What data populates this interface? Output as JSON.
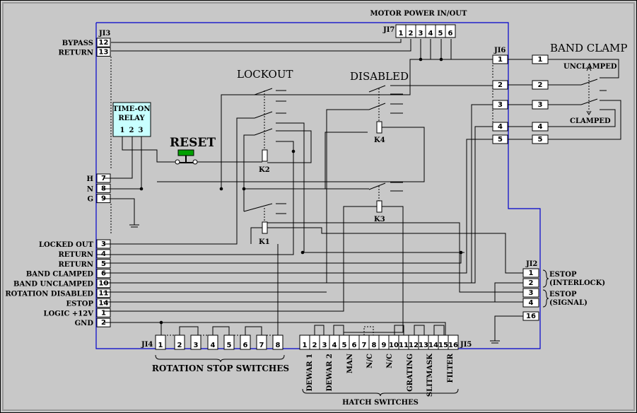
{
  "title": "MOTOR POWER IN/OUT",
  "connectors": {
    "ji3": "JI3",
    "ji7": "JI7",
    "ji6": "JI6",
    "ji2": "JI2",
    "ji4": "JI4",
    "ji5": "JI5"
  },
  "ji7_pins": [
    "1",
    "2",
    "3",
    "4",
    "5",
    "6"
  ],
  "ji3_top": [
    {
      "label": "BYPASS",
      "pin": "12"
    },
    {
      "label": "RETURN",
      "pin": "13"
    }
  ],
  "ji3_mid": [
    {
      "label": "H",
      "pin": "7"
    },
    {
      "label": "N",
      "pin": "8"
    },
    {
      "label": "G",
      "pin": "9"
    }
  ],
  "ji3_bottom": [
    {
      "label": "LOCKED OUT",
      "pin": "3"
    },
    {
      "label": "RETURN",
      "pin": "4"
    },
    {
      "label": "RETURN",
      "pin": "5"
    },
    {
      "label": "BAND CLAMPED",
      "pin": "6"
    },
    {
      "label": "BAND UNCLAMPED",
      "pin": "10"
    },
    {
      "label": "ROTATION DISABLED",
      "pin": "11"
    },
    {
      "label": "ESTOP",
      "pin": "14"
    },
    {
      "label": "LOGIC +12V",
      "pin": "1"
    },
    {
      "label": "GND",
      "pin": "2"
    }
  ],
  "ji6_pins": [
    "1",
    "2",
    "3",
    "4",
    "5"
  ],
  "band_clamp": {
    "title": "BAND CLAMP",
    "unclamped": "UNCLAMPED",
    "clamped": "CLAMPED",
    "pins": [
      "1",
      "2",
      "3",
      "4",
      "5"
    ]
  },
  "ji2_pins": [
    "1",
    "2",
    "3",
    "4"
  ],
  "ji2_extra_pin": "16",
  "estop_interlock": [
    "ESTOP",
    "(INTERLOCK)"
  ],
  "estop_signal": [
    "ESTOP",
    "(SIGNAL)"
  ],
  "relay": {
    "title1": "TIME-ON",
    "title2": "RELAY",
    "pins": [
      "1",
      "2",
      "3"
    ]
  },
  "reset_label": "RESET",
  "lockout_label": "LOCKOUT",
  "disabled_label": "DISABLED",
  "relays": {
    "k1": "K1",
    "k2": "K2",
    "k3": "K3",
    "k4": "K4"
  },
  "ji4_pins": [
    "1",
    "2",
    "3",
    "4",
    "5",
    "6",
    "7",
    "8"
  ],
  "ji4_caption": "ROTATION STOP SWITCHES",
  "ji5_pins": [
    "1",
    "2",
    "3",
    "4",
    "5",
    "6",
    "7",
    "8",
    "9",
    "10",
    "11",
    "12",
    "13",
    "14",
    "15",
    "16"
  ],
  "hatch_labels": [
    "DEWAR 1",
    "DEWAR 2",
    "MAN",
    "N/C",
    "N/C",
    "GRATING",
    "SLITMASK",
    "FILTER"
  ],
  "hatch_caption": "HATCH SWITCHES"
}
